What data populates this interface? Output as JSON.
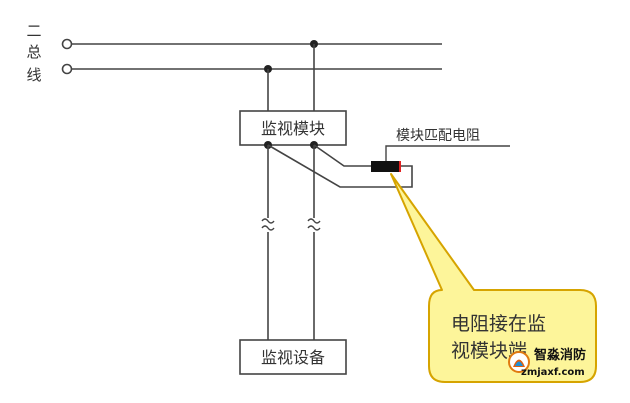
{
  "diagram": {
    "bus_label": [
      "二",
      "总",
      "线"
    ],
    "monitor_module_label": "监视模块",
    "monitor_device_label": "监视设备",
    "resistor_label": "模块匹配电阻",
    "callout_lines": [
      "电阻接在监",
      "视模块端"
    ]
  },
  "watermark": {
    "name": "智淼消防",
    "url": "zmjaxf.com"
  },
  "colors": {
    "line": "#444444",
    "callout_fill": "#fdf59a",
    "callout_border": "#d6a400",
    "resistor_accent": "#e02020"
  }
}
